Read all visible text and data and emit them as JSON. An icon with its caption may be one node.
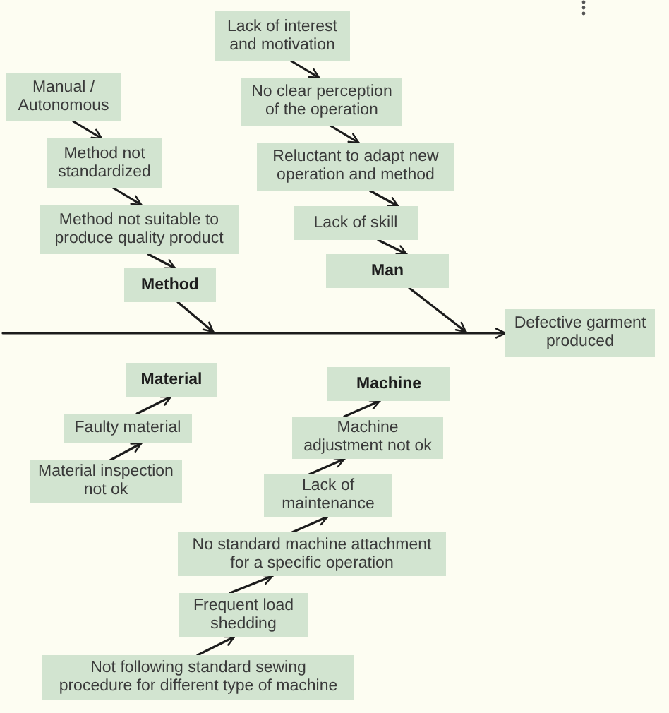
{
  "diagram": {
    "nodes": [
      {
        "text": [
          "Manual / Autonomous"
        ]
      },
      {
        "text": [
          "Method not standardized"
        ]
      },
      {
        "text": [
          "Method not suitable to produce quality product"
        ]
      },
      {
        "text": [
          "Method"
        ]
      },
      {
        "text": [
          "Lack of interest and motivation"
        ]
      },
      {
        "text": [
          "No clear perception of the operation"
        ]
      },
      {
        "text": [
          "Reluctant to adapt new operation and method"
        ]
      },
      {
        "text": [
          "Lack of skill"
        ]
      },
      {
        "text": [
          "Man"
        ]
      },
      {
        "text": [
          "Defective garment produced"
        ]
      },
      {
        "text": [
          "Material"
        ]
      },
      {
        "text": [
          "Faulty material"
        ]
      },
      {
        "text": [
          "Material inspection not ok"
        ]
      },
      {
        "text": [
          "Machine"
        ]
      },
      {
        "text": [
          "Machine adjustment not ok"
        ]
      },
      {
        "text": [
          "Lack of maintenance"
        ]
      },
      {
        "text": [
          "No standard machine attachment for a specific operation"
        ]
      },
      {
        "text": [
          "Frequent load shedding"
        ]
      },
      {
        "text": [
          "Not following standard sewing procedure for different type of machine"
        ]
      }
    ],
    "edges": [
      {
        "from": 0,
        "to": 1,
        "arrow": "to"
      },
      {
        "from": 1,
        "to": 2,
        "arrow": "to"
      },
      {
        "from": 2,
        "to": 3,
        "arrow": "to"
      },
      {
        "from": 3,
        "to": null,
        "arrow": "to"
      },
      {
        "from": 4,
        "to": 5,
        "arrow": "to"
      },
      {
        "from": 5,
        "to": 6,
        "arrow": "to"
      },
      {
        "from": 6,
        "to": 7,
        "arrow": "to"
      },
      {
        "from": 7,
        "to": 8,
        "arrow": "to"
      },
      {
        "from": 8,
        "to": null,
        "arrow": "to"
      },
      {
        "from": null,
        "to": 9,
        "arrow": "to"
      },
      {
        "from": 12,
        "to": 11,
        "arrow": "to"
      },
      {
        "from": 11,
        "to": 10,
        "arrow": "to"
      },
      {
        "from": 18,
        "to": 17,
        "arrow": "to"
      },
      {
        "from": 17,
        "to": 16,
        "arrow": "to"
      },
      {
        "from": 16,
        "to": 15,
        "arrow": "to"
      },
      {
        "from": 15,
        "to": 14,
        "arrow": "to"
      },
      {
        "from": 14,
        "to": 13,
        "arrow": "to"
      }
    ]
  }
}
